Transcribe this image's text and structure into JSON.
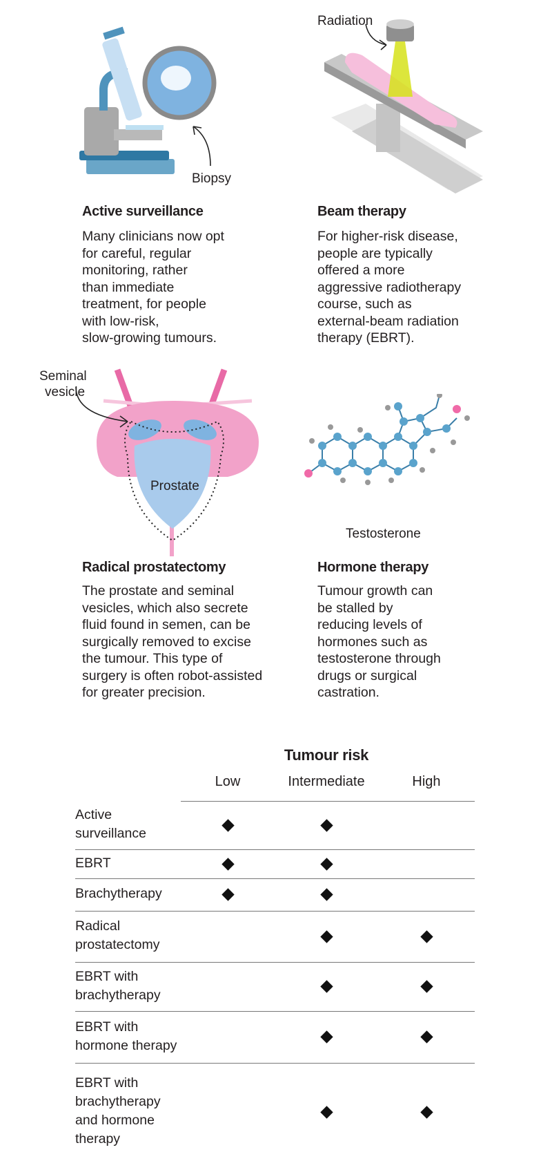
{
  "panels": [
    {
      "title": "Active surveillance",
      "illustration_label": "Biopsy",
      "lines": [
        "Many clinicians now opt",
        "for careful, regular",
        "monitoring, rather",
        "than immediate",
        "treatment, for people",
        "with low-risk,",
        "slow-growing tumours."
      ]
    },
    {
      "title": "Beam therapy",
      "illustration_label": "Radiation",
      "lines": [
        "For higher-risk disease,",
        "people are typically",
        "offered a more",
        "aggressive radiotherapy",
        "course, such as",
        "external-beam radiation",
        "therapy (EBRT)."
      ]
    },
    {
      "title": "Radical prostatectomy",
      "illustration_label": "Seminal vesicle",
      "illustration_label_lines": [
        "Seminal",
        "vesicle"
      ],
      "illustration_label_2": "Prostate",
      "lines": [
        "The prostate and seminal",
        "vesicles, which also secrete",
        "fluid found in semen, can be",
        "surgically removed to excise",
        "the tumour. This type of",
        "surgery is often robot-assisted",
        "for greater precision."
      ]
    },
    {
      "title": "Hormone therapy",
      "illustration_label": "Testosterone",
      "lines": [
        "Tumour growth can",
        "be stalled by",
        "reducing levels of",
        "hormones such as",
        "testosterone through",
        "drugs or surgical",
        "castration."
      ]
    }
  ],
  "table": {
    "title": "Tumour risk",
    "columns": [
      "Low",
      "Intermediate",
      "High"
    ],
    "rows": [
      {
        "label_lines": [
          "Active",
          "surveillance"
        ],
        "label": "Active surveillance",
        "marks": [
          true,
          true,
          false
        ]
      },
      {
        "label_lines": [
          "EBRT"
        ],
        "label": "EBRT",
        "marks": [
          true,
          true,
          false
        ]
      },
      {
        "label_lines": [
          "Brachytherapy"
        ],
        "label": "Brachytherapy",
        "marks": [
          true,
          true,
          false
        ]
      },
      {
        "label_lines": [
          "Radical",
          "prostatectomy"
        ],
        "label": "Radical prostatectomy",
        "marks": [
          false,
          true,
          true
        ]
      },
      {
        "label_lines": [
          "EBRT with",
          "brachytherapy"
        ],
        "label": "EBRT with brachytherapy",
        "marks": [
          false,
          true,
          true
        ]
      },
      {
        "label_lines": [
          "EBRT with",
          "hormone therapy"
        ],
        "label": "EBRT with hormone therapy",
        "marks": [
          false,
          true,
          true
        ]
      },
      {
        "label_lines": [
          "EBRT with",
          "brachytherapy",
          "and hormone",
          "therapy"
        ],
        "label": "EBRT with brachytherapy and hormone therapy",
        "marks": [
          false,
          true,
          true
        ]
      }
    ]
  },
  "colors": {
    "blue": "#7fb3e0",
    "dark_blue": "#3a7ea8",
    "pink": "#f09cc4",
    "grey": "#bdbdbd",
    "beam": "#d6e21a",
    "diamond": "#111111"
  }
}
